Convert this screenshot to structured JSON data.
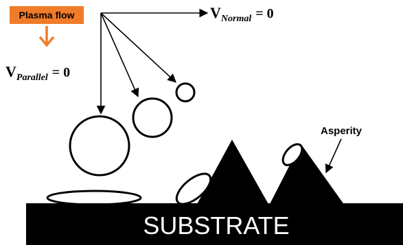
{
  "badge": {
    "label": "Plasma flow",
    "color": "#f07c2a",
    "arrow_icon": "arrow-down-icon"
  },
  "velocity_normal": {
    "symbol": "V",
    "subscript": "Normal",
    "relation": "= 0"
  },
  "velocity_parallel": {
    "symbol": "V",
    "subscript": "Parallel",
    "relation": "= 0"
  },
  "asperity_label": "Asperity",
  "substrate_label": "SUBSTRATE",
  "colors": {
    "ink": "#000000",
    "background": "#ffffff",
    "substrate_text": "#ffffff"
  }
}
